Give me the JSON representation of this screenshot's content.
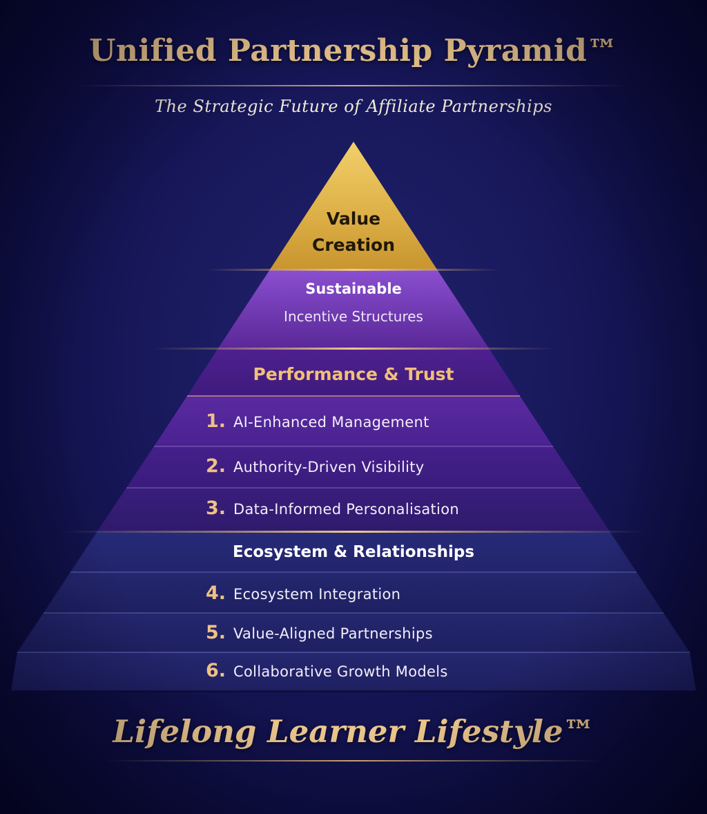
{
  "header": {
    "title": "Unified Partnership Pyramid™",
    "subtitle": "The Strategic Future of Affiliate Partnerships"
  },
  "pyramid": {
    "apex": {
      "line1": "Value",
      "line2": "Creation"
    },
    "sustainable": {
      "title": "Sustainable",
      "subtitle": "Incentive Structures"
    },
    "performance": {
      "title": "Performance & Trust",
      "items": [
        {
          "num": "1.",
          "label": "AI-Enhanced Management"
        },
        {
          "num": "2.",
          "label": "Authority-Driven Visibility"
        },
        {
          "num": "3.",
          "label": "Data-Informed Personalisation"
        }
      ]
    },
    "ecosystem": {
      "title": "Ecosystem & Relationships",
      "items": [
        {
          "num": "4.",
          "label": "Ecosystem Integration"
        },
        {
          "num": "5.",
          "label": "Value-Aligned Partnerships"
        },
        {
          "num": "6.",
          "label": "Collaborative Growth Models"
        }
      ]
    }
  },
  "footer": {
    "text": "Lifelong Learner Lifestyle™"
  },
  "colors": {
    "gold": "#efc98e",
    "apex_gold": "#e2b648",
    "purple": "#6a32b0",
    "navy": "#1f1f6e",
    "background": "#17175a"
  }
}
